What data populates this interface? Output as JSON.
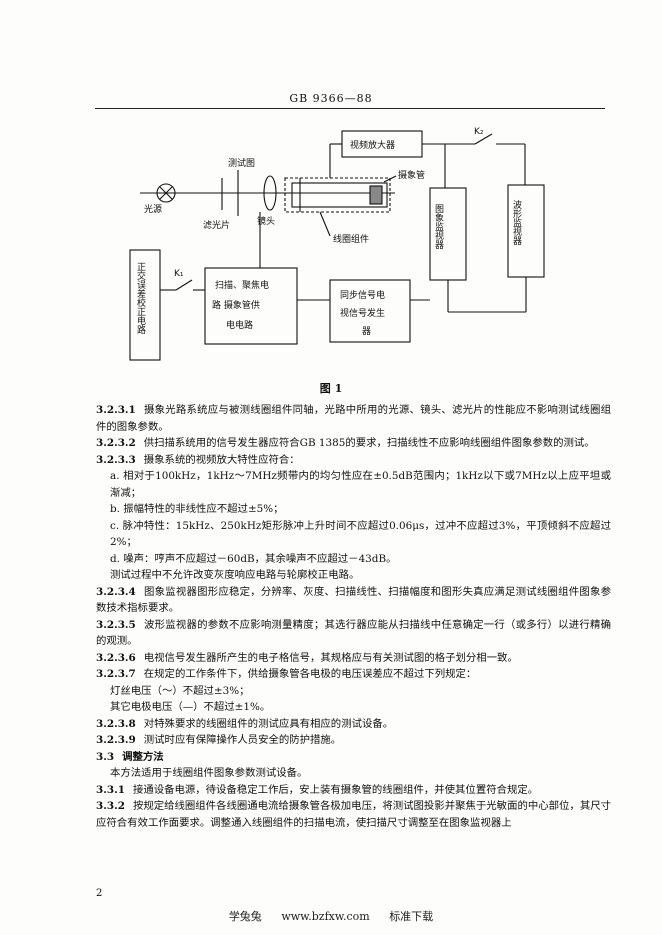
{
  "header": {
    "standard_no": "GB 9366—88"
  },
  "figure": {
    "caption": "图 1",
    "labels": {
      "light_source": "光源",
      "filter": "滤光片",
      "test_chart": "测试图",
      "lens": "镜头",
      "camera_tube": "摄象管",
      "coil_assembly": "线圈组件",
      "video_amp": "视频放大器",
      "k2": "K₂",
      "k1": "K₁",
      "image_monitor": "图象监视器",
      "waveform_monitor": "波形监视器",
      "ortho_correction": "正交误差校正电路",
      "scan_focus_line1": "扫描、聚焦电",
      "scan_focus_line2": "路 摄象管供",
      "scan_focus_line3": "电电路",
      "sync_line1": "同步信号电",
      "sync_line2": "视信号发生",
      "sync_line3": "器"
    }
  },
  "paragraphs": [
    {
      "num": "3.2.3.1",
      "text": "摄象光路系统应与被测线圈组件同轴，光路中所用的光源、镜头、滤光片的性能应不影响测试线圈组件的图象参数。"
    },
    {
      "num": "3.2.3.2",
      "text": "供扫描系统用的信号发生器应符合GB 1385的要求，扫描线性不应影响线圈组件图象参数的测试。"
    },
    {
      "num": "3.2.3.3",
      "text": "摄象系统的视频放大特性应符合："
    },
    {
      "num": "",
      "indent": true,
      "text": "a. 相对于100kHz，1kHz～7MHz频带内的均匀性应在±0.5dB范围内；1kHz以下或7MHz以上应平坦或渐减；"
    },
    {
      "num": "",
      "indent": true,
      "text": "b. 振幅特性的非线性应不超过±5%；"
    },
    {
      "num": "",
      "indent": true,
      "text": "c. 脉冲特性：15kHz、250kHz矩形脉冲上升时间不应超过0.06μs，过冲不应超过3%，平顶倾斜不应超过2%；"
    },
    {
      "num": "",
      "indent": true,
      "text": "d. 噪声：哼声不应超过－60dB，其余噪声不应超过－43dB。"
    },
    {
      "num": "",
      "indent": true,
      "text": "测试过程中不允许改变灰度响应电路与轮廓校正电路。"
    },
    {
      "num": "3.2.3.4",
      "text": "图象监视器图形应稳定，分辨率、灰度、扫描线性、扫描幅度和图形失真应满足测试线圈组件图象参数技术指标要求。"
    },
    {
      "num": "3.2.3.5",
      "text": "波形监视器的参数不应影响测量精度；其选行器应能从扫描线中任意确定一行（或多行）以进行精确的观测。"
    },
    {
      "num": "3.2.3.6",
      "text": "电视信号发生器所产生的电子格信号，其规格应与有关测试图的格子划分相一致。"
    },
    {
      "num": "3.2.3.7",
      "text": "在规定的工作条件下，供给摄象管各电极的电压误差应不超过下列规定："
    },
    {
      "num": "",
      "indent": true,
      "text": "灯丝电压（～）不超过±3%；"
    },
    {
      "num": "",
      "indent": true,
      "text": "其它电极电压（—）不超过±1%。"
    },
    {
      "num": "3.2.3.8",
      "text": "对特殊要求的线圈组件的测试应具有相应的测试设备。"
    },
    {
      "num": "3.2.3.9",
      "text": "测试时应有保障操作人员安全的防护措施。"
    },
    {
      "num": "3.3",
      "text": "调整方法",
      "bold": true
    },
    {
      "num": "",
      "indent": true,
      "text": "本方法适用于线圈组件图象参数测试设备。"
    },
    {
      "num": "3.3.1",
      "text": "接通设备电源，待设备稳定工作后，安上装有摄象管的线圈组件，并使其位置符合规定。"
    },
    {
      "num": "3.3.2",
      "text": "按规定给线圈组件各线圈通电流给摄象管各极加电压，将测试图投影并聚焦于光敏面的中心部位，其尺寸应符合有效工作面要求。调整通入线圈组件的扫描电流，使扫描尺寸调整至在图象监视器上"
    }
  ],
  "page_number": "2",
  "footer": {
    "site": "学兔兔",
    "url": "www.bzfxw.com",
    "tag": "标准下载"
  }
}
